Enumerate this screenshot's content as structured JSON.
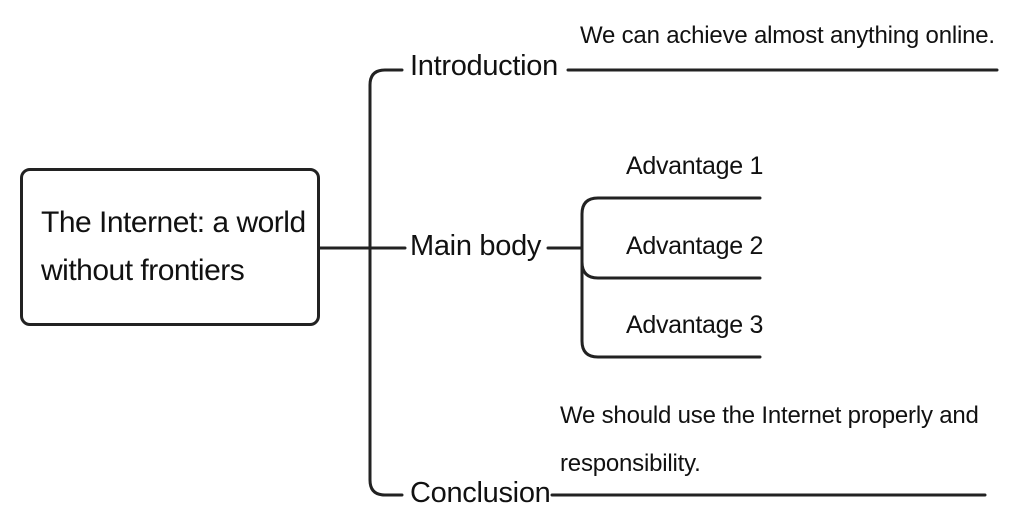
{
  "mindmap": {
    "root": {
      "line1": "The Internet: a world",
      "line2": "without frontiers"
    },
    "branches": {
      "introduction": {
        "label": "Introduction",
        "note": "We can achieve almost anything online."
      },
      "main_body": {
        "label": "Main body",
        "subitems": [
          "Advantage 1",
          "Advantage 2",
          "Advantage 3"
        ]
      },
      "conclusion": {
        "label": "Conclusion",
        "note_line1": "We should use the Internet properly and",
        "note_line2": "responsibility."
      }
    },
    "line_color": "#222222"
  }
}
